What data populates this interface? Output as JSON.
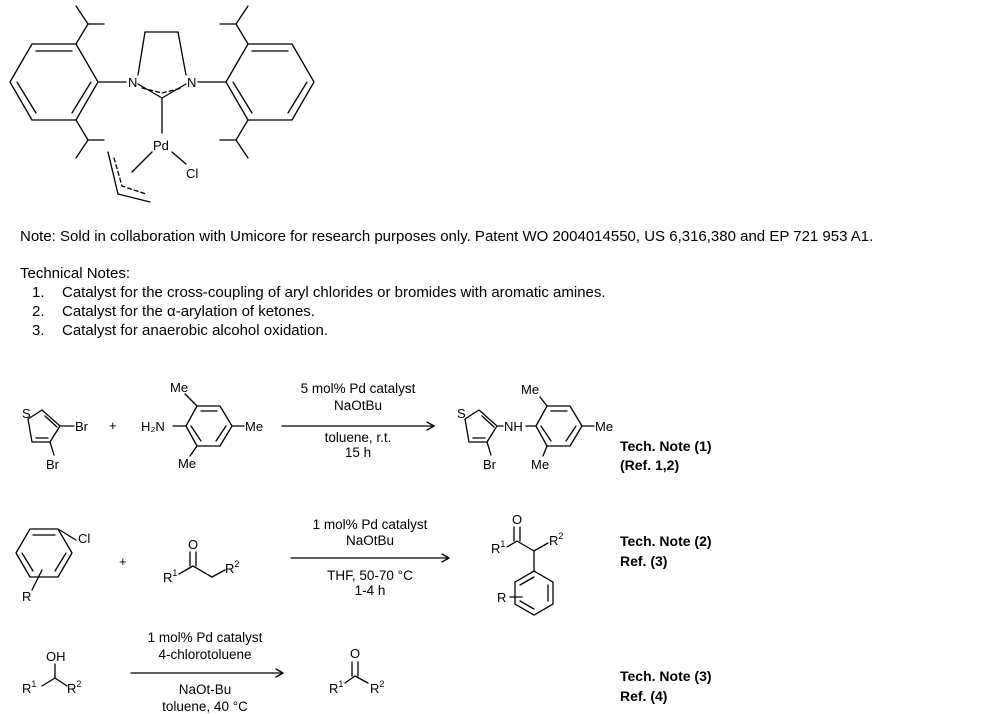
{
  "note": "Note:  Sold in collaboration with Umicore for research purposes only.  Patent WO 2004014550, US 6,316,380 and EP 721 953 A1.",
  "technical_notes": {
    "heading": "Technical Notes:",
    "items": [
      {
        "num": "1.",
        "text": "Catalyst for the cross-coupling of aryl chlorides or bromides with aromatic amines."
      },
      {
        "num": "2.",
        "text": "Catalyst for the α-arylation of ketones."
      },
      {
        "num": "3.",
        "text": "Catalyst for anaerobic alcohol oxidation."
      }
    ]
  },
  "catalyst_structure": {
    "atoms": {
      "n_left": "N",
      "n_right": "N",
      "pd": "Pd",
      "cl": "Cl"
    }
  },
  "reactions": [
    {
      "conditions_above": [
        "5 mol% Pd catalyst",
        "NaOtBu"
      ],
      "conditions_below": [
        "toluene, r.t.",
        "15 h"
      ],
      "ref_lines": [
        "Tech. Note (1)",
        "(Ref. 1,2)"
      ],
      "labels": {
        "s1": "S",
        "br1": "Br",
        "br2": "Br",
        "plus": "+",
        "amine": "H₂N",
        "me1": "Me",
        "me2": "Me",
        "me3": "Me",
        "s2": "S",
        "nh": "NH",
        "br3": "Br",
        "me4": "Me",
        "me5": "Me",
        "me6": "Me"
      }
    },
    {
      "conditions_above": [
        "1 mol% Pd catalyst",
        "NaOtBu"
      ],
      "conditions_below": [
        "THF, 50-70 °C",
        "1-4 h"
      ],
      "ref_lines": [
        "Tech. Note (2)",
        "Ref. (3)"
      ],
      "labels": {
        "cl": "Cl",
        "r_aryl": "R",
        "plus": "+",
        "o1": "O",
        "r1a": "R",
        "r2a": "R",
        "o2": "O",
        "r1b": "R",
        "r2b": "R",
        "r_prod": "R"
      }
    },
    {
      "conditions_above": [
        "1 mol% Pd catalyst",
        "4-chlorotoluene"
      ],
      "conditions_below": [
        "NaOt-Bu",
        "toluene, 40 °C"
      ],
      "ref_lines": [
        "Tech. Note (3)",
        "Ref. (4)"
      ],
      "labels": {
        "oh": "OH",
        "r1a": "R",
        "r2a": "R",
        "o": "O",
        "r1b": "R",
        "r2b": "R"
      }
    }
  ],
  "superscripts": {
    "one": "1",
    "two": "2"
  }
}
